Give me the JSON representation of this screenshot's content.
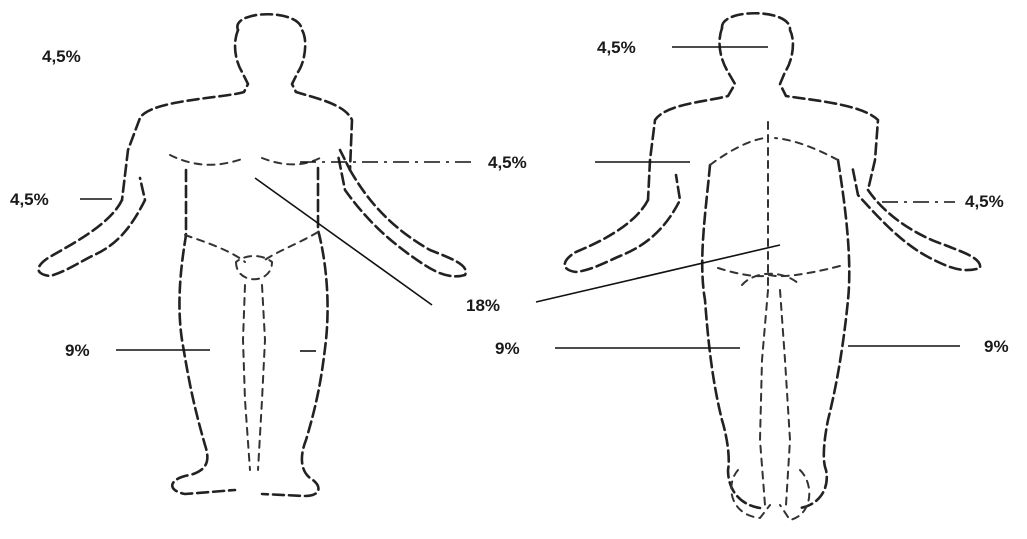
{
  "labels": {
    "front_head": "4,5%",
    "front_arm": "4,5%",
    "front_leg": "9%",
    "back_head": "4,5%",
    "center_arm": "4,5%",
    "back_arm": "4,5%",
    "trunk": "18%",
    "back_leg_left": "9%",
    "back_leg_right": "9%"
  },
  "figures": [
    "front-body-outline",
    "back-body-outline"
  ]
}
